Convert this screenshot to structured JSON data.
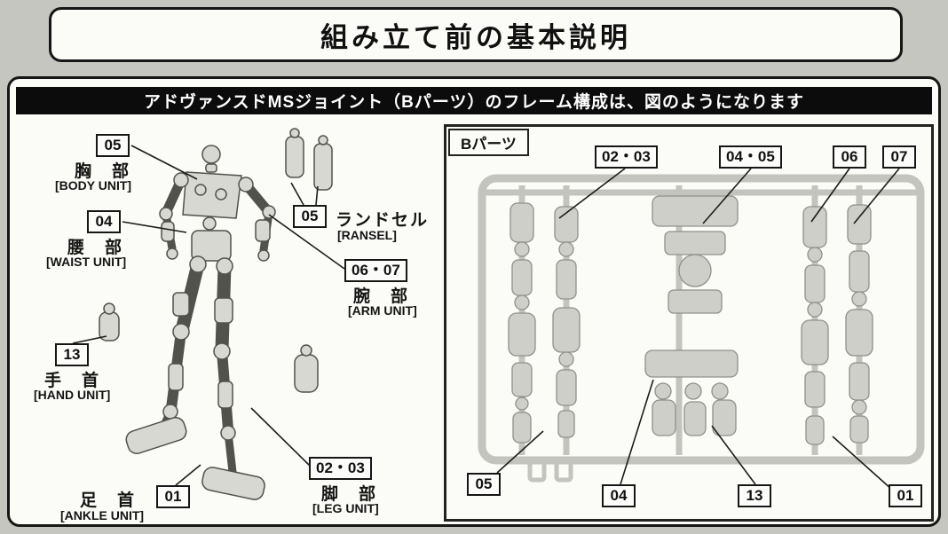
{
  "page": {
    "title": "組み立て前の基本説明",
    "banner": "アドヴァンスドMSジョイント（Bパーツ）のフレーム構成は、図のようになります"
  },
  "figure_labels": {
    "body": {
      "num": "05",
      "jp": "胸　部",
      "en": "[BODY UNIT]"
    },
    "ransel": {
      "num": "05",
      "jp": "ランドセル",
      "en": "[RANSEL]"
    },
    "waist": {
      "num": "04",
      "jp": "腰　部",
      "en": "[WAIST UNIT]"
    },
    "arm": {
      "num": "06・07",
      "jp": "腕　部",
      "en": "[ARM UNIT]"
    },
    "hand": {
      "num": "13",
      "jp": "手　首",
      "en": "[HAND UNIT]"
    },
    "ankle": {
      "num": "01",
      "jp": "足　首",
      "en": "[ANKLE UNIT]"
    },
    "leg": {
      "num": "02・03",
      "jp": "脚　部",
      "en": "[LEG UNIT]"
    }
  },
  "runner_panel": {
    "tab": "Bパーツ",
    "top_labels": [
      "02・03",
      "04・05",
      "06",
      "07"
    ],
    "bottom_labels": [
      "05",
      "04",
      "13",
      "01"
    ]
  },
  "colors": {
    "paper": "#fbfbf7",
    "page_background": "#c6c6c1",
    "banner_background": "#0c0c0c",
    "line": "#161616",
    "plastic_gray": "#cfcfca"
  }
}
